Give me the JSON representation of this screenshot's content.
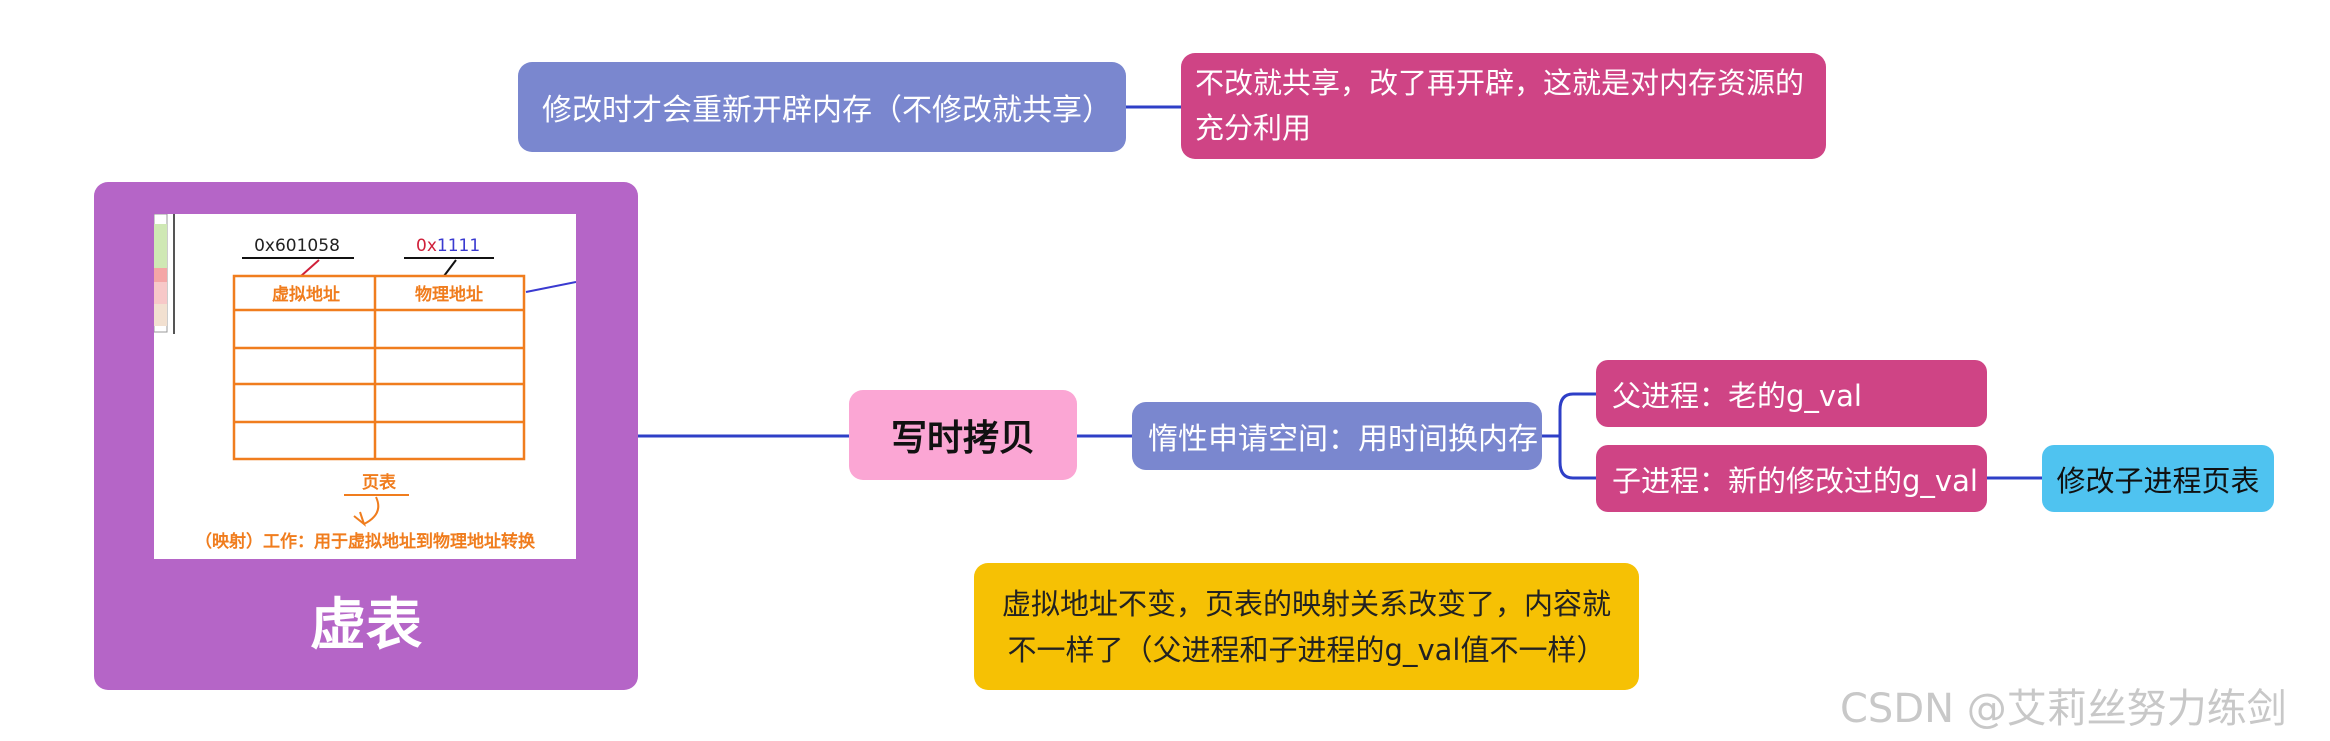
{
  "nodes": {
    "top_left": "修改时才会重新开辟内存（不修改就共享）",
    "top_right_line1": "不改就共享，改了再开辟，这就是对内存资源的",
    "top_right_line2": "充分利用",
    "virtual_table_title": "虚表",
    "cow": "写时拷贝",
    "lazy": "惰性申请空间：用时间换内存",
    "parent": "父进程：老的g_val",
    "child": "子进程：新的修改过的g_val",
    "modify": "修改子进程页表",
    "note_line1": "虚拟地址不变，页表的映射关系改变了，内容就",
    "note_line2": "不一样了（父进程和子进程的g_val值不一样）"
  },
  "embedded_image": {
    "addr_virtual": "0x601058",
    "addr_physical_prefix": "0x",
    "addr_physical_digits": "1111",
    "col_virtual": "虚拟地址",
    "col_physical": "物理地址",
    "page_table_label": "页表",
    "caption": "（映射）工作：用于虚拟地址到物理地址转换"
  },
  "watermark": "CSDN @艾莉丝努力练剑",
  "colors": {
    "blue_node": "#7a87cf",
    "magenta_node": "#cf4485",
    "purple_node": "#b565c7",
    "pink_node": "#fba6d4",
    "cyan_node": "#4fc3f0",
    "yellow_node": "#f6c104",
    "connector": "#2e3fc7",
    "sketch_orange": "#f07d1e"
  }
}
